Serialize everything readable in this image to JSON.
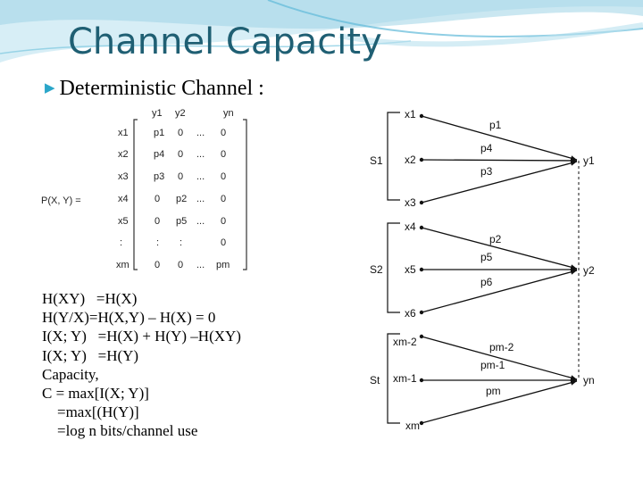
{
  "slide": {
    "title": "Channel Capacity",
    "bullet": "Deterministic Channel  :",
    "bullet_icon": "shaded-triangle-bullet-icon"
  },
  "matrix": {
    "label": "P(X, Y)  =",
    "col_headers": [
      "y1",
      "y2",
      "yn"
    ],
    "row_labels": [
      "x1",
      "x2",
      "x3",
      "x4",
      "x5",
      ":",
      "xm"
    ],
    "col1": [
      "p1",
      "p4",
      "p3",
      "0",
      "0",
      ":",
      "0"
    ],
    "col2": [
      "0",
      "0",
      "0",
      "p2",
      "p5",
      ":",
      "0"
    ],
    "col3": [
      "...",
      "...",
      "...",
      "...",
      "...",
      "",
      "..."
    ],
    "col4": [
      "0",
      "0",
      "0",
      "0",
      "0",
      "0",
      "pm"
    ]
  },
  "equations": [
    "H(XY)   =H(X)",
    "H(Y/X)=H(X,Y) – H(X) = 0",
    "I(X; Y)   =H(X) + H(Y) –H(XY)",
    "I(X; Y)   =H(Y)",
    "Capacity,",
    "C = max[I(X; Y)]",
    "    =max[(H(Y)]",
    "    =log n bits/channel use"
  ],
  "diagram": {
    "groups": [
      {
        "label": "S1",
        "inputs": [
          "x1",
          "x2",
          "x3"
        ],
        "probs": [
          "p1",
          "p4",
          "p3"
        ],
        "output": "y1"
      },
      {
        "label": "S2",
        "inputs": [
          "x4",
          "x5",
          "x6"
        ],
        "probs": [
          "p2",
          "p5",
          "p6"
        ],
        "output": "y2"
      },
      {
        "label": "St",
        "inputs": [
          "xm-2",
          "xm-1",
          "xm"
        ],
        "probs": [
          "pm-2",
          "pm-1",
          "pm"
        ],
        "output": "yn"
      }
    ]
  }
}
